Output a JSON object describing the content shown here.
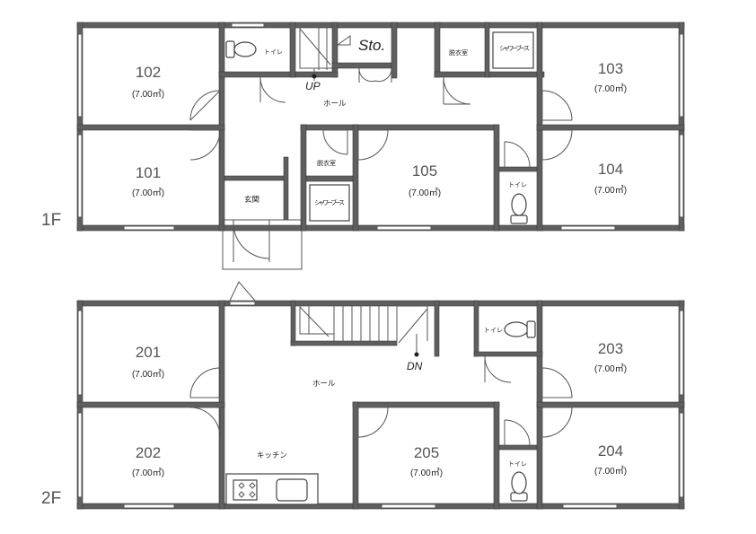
{
  "floors": [
    {
      "label": "1F",
      "rooms": [
        {
          "number": "102",
          "area": "(7.00㎡)"
        },
        {
          "number": "101",
          "area": "(7.00㎡)"
        },
        {
          "number": "105",
          "area": "(7.00㎡)"
        },
        {
          "number": "103",
          "area": "(7.00㎡)"
        },
        {
          "number": "104",
          "area": "(7.00㎡)"
        }
      ],
      "labels": {
        "toilet_top": "トイレ",
        "storage": "Sto.",
        "up": "UP",
        "hall": "ホール",
        "dressing_top": "脱衣室",
        "shower_top": "シャワーブース",
        "dressing_mid": "脱衣室",
        "shower_mid": "シャワーブース",
        "entrance": "玄関",
        "toilet_mid": "トイレ"
      }
    },
    {
      "label": "2F",
      "rooms": [
        {
          "number": "201",
          "area": "(7.00㎡)"
        },
        {
          "number": "202",
          "area": "(7.00㎡)"
        },
        {
          "number": "205",
          "area": "(7.00㎡)"
        },
        {
          "number": "203",
          "area": "(7.00㎡)"
        },
        {
          "number": "204",
          "area": "(7.00㎡)"
        }
      ],
      "labels": {
        "dn": "DN",
        "hall": "ホール",
        "kitchen": "キッチン",
        "toilet_top": "トイレ",
        "toilet_mid": "トイレ"
      }
    }
  ]
}
